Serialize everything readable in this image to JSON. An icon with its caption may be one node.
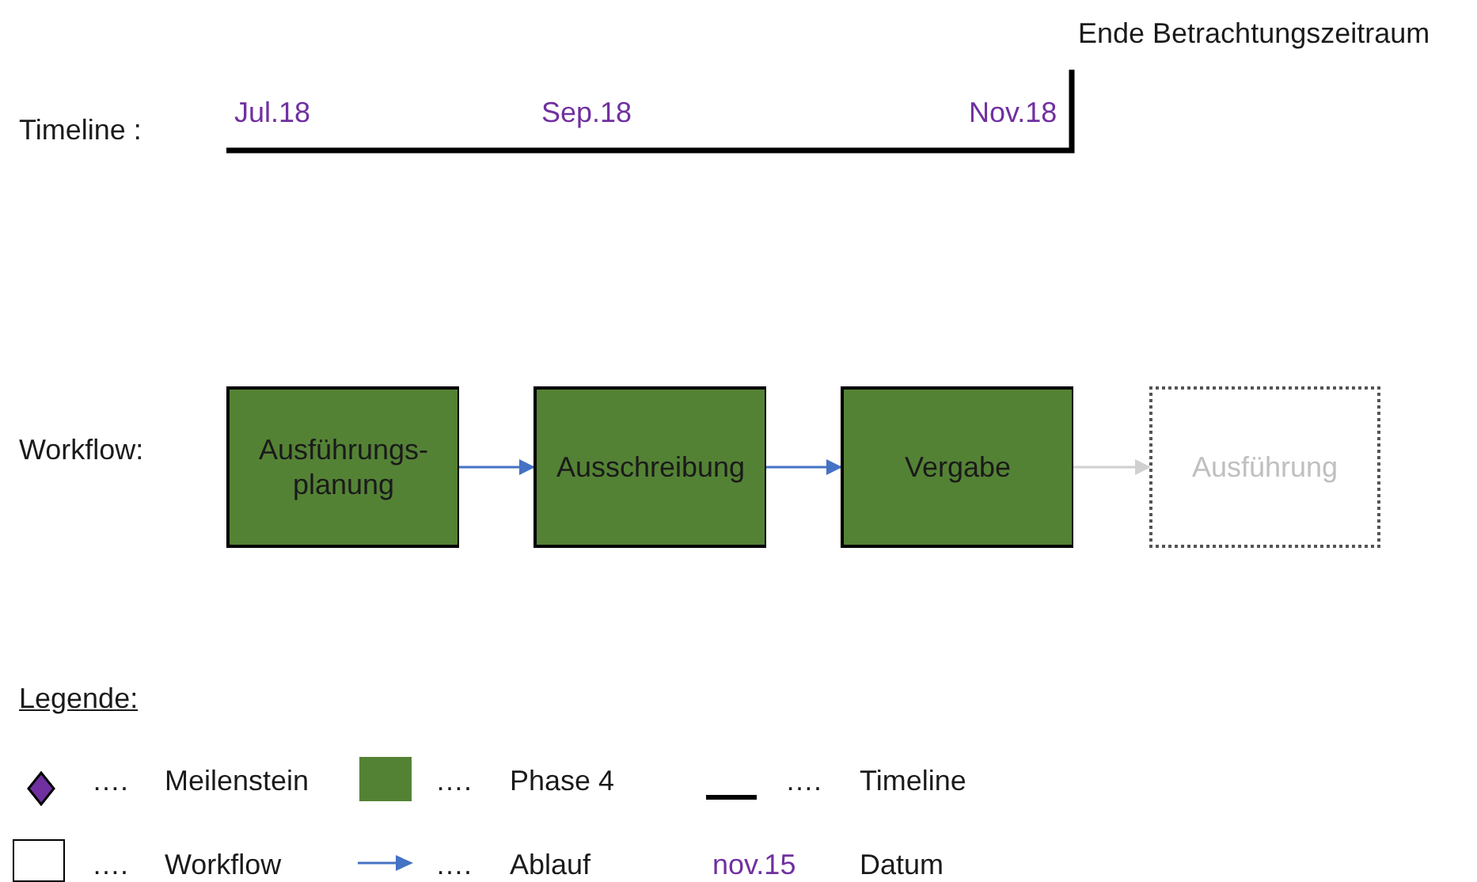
{
  "diagram": {
    "nodes": [
      {
        "text": [
          "Ausführungs- planung"
        ]
      },
      {
        "text": [
          "Ausschreibung"
        ]
      },
      {
        "text": [
          "Vergabe"
        ]
      },
      {
        "text": [
          "Ausführung"
        ]
      }
    ],
    "edges": [
      {
        "from": 0,
        "to": 1,
        "arrow": "to"
      },
      {
        "from": 1,
        "to": 2,
        "arrow": "to"
      },
      {
        "from": 2,
        "to": 3,
        "arrow": "to",
        "color": "#d0d0d0"
      }
    ],
    "labels": [
      "Ende Betrachtungszeitraum",
      "Timeline :",
      "Jul.18",
      "Sep.18",
      "Nov.18",
      "Workflow:",
      "Legende:",
      "….",
      "….",
      "….",
      "….",
      "….",
      "nov.15"
    ],
    "legend": [
      {
        "text": "Meilenstein"
      },
      {
        "text": "Phase 4",
        "color": "#548235"
      },
      {
        "text": "Timeline"
      },
      {
        "text": "Workflow"
      },
      {
        "text": "Ablauf"
      },
      {
        "text": "Datum"
      }
    ]
  }
}
